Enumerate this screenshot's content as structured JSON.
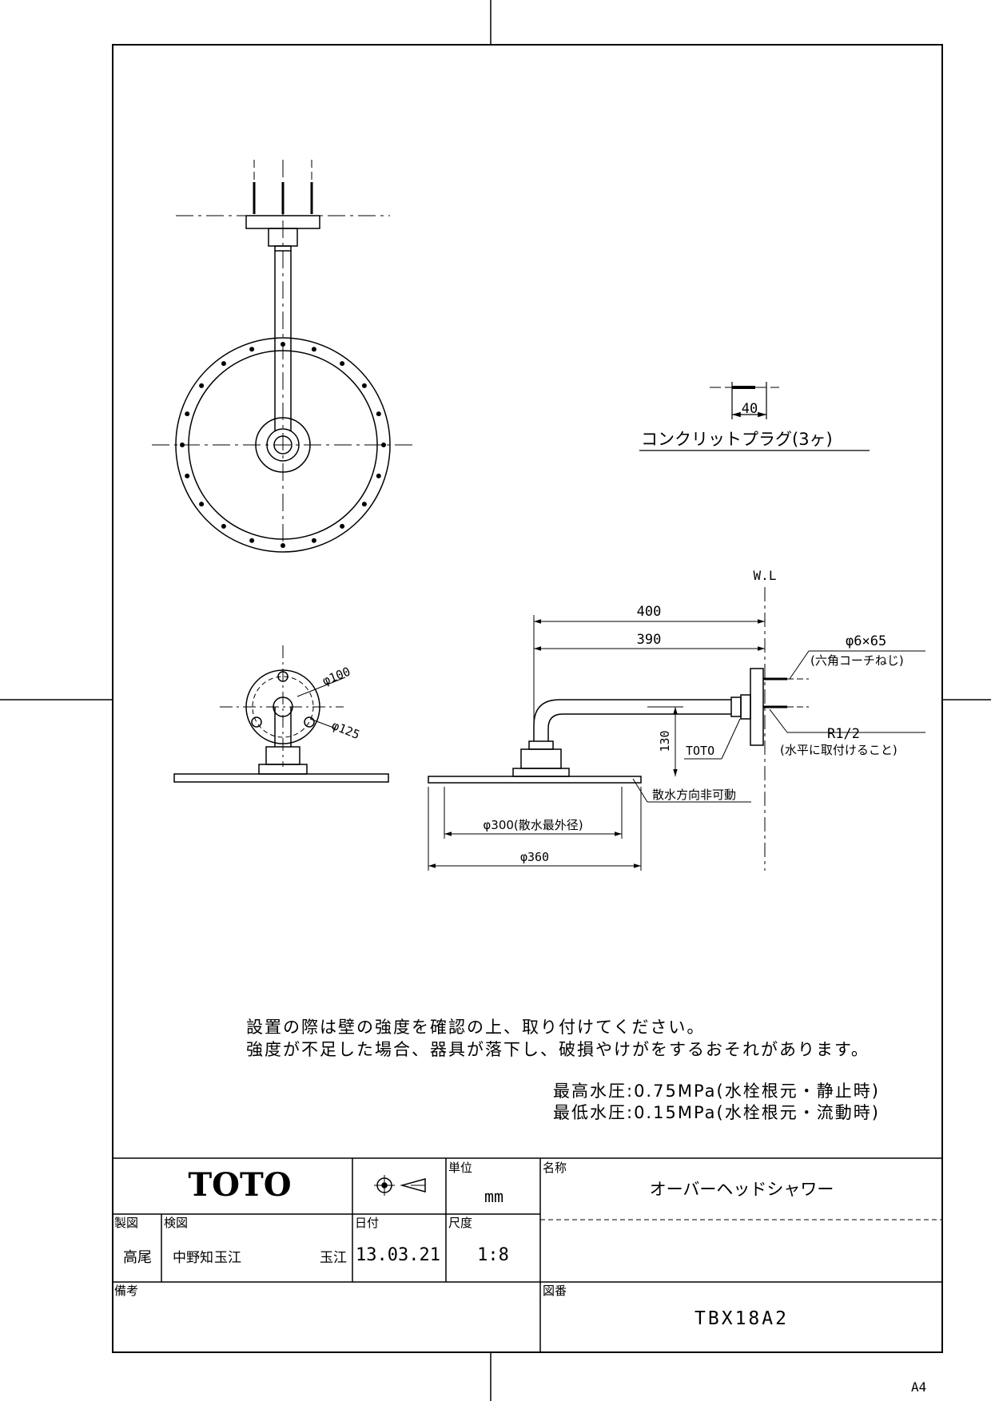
{
  "labels": {
    "plug_dim": "40",
    "plug_name": "コンクリットプラグ(3ヶ)",
    "wl": "W.L",
    "dim_400": "400",
    "dim_390": "390",
    "screw": "φ6×65",
    "screw_note": "(六角コーチねじ)",
    "r12": "R1/2",
    "r12_note": "(水平に取付けること)",
    "dim_130": "130",
    "toto_mark": "TOTO",
    "spray_note": "散水方向非可動",
    "d300": "φ300(散水最外径)",
    "d360": "φ360",
    "d100": "φ100",
    "d125": "φ125"
  },
  "notes": {
    "line1": "設置の際は壁の強度を確認の上、取り付けてください。",
    "line2": "強度が不足した場合、器具が落下し、破損やけがをするおそれがあります。",
    "pressure_max": "最高水圧:0.75MPa(水栓根元・静止時)",
    "pressure_min": "最低水圧:0.15MPa(水栓根元・流動時)"
  },
  "title_block": {
    "brand": "TOTO",
    "unit_label": "単位",
    "unit_value": "mm",
    "name_label": "名称",
    "name_value": "オーバーヘッドシャワー",
    "drawn_label": "製図",
    "drawn_value": "高尾",
    "checked_label": "検図",
    "checked_value1": "中野知",
    "checked_value2": "玉江",
    "checked_value3": "玉江",
    "date_label": "日付",
    "date_value": "13.03.21",
    "scale_label": "尺度",
    "scale_value": "1:8",
    "remarks_label": "備考",
    "drawing_no_label": "図番",
    "drawing_no_value": "TBX18A2",
    "paper_size": "A4"
  }
}
